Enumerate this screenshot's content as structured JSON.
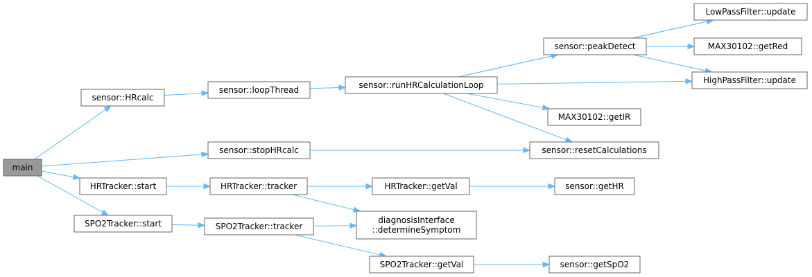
{
  "nodes": {
    "main": {
      "label": [
        "main"
      ],
      "root": true
    },
    "hrcalc": {
      "label": [
        "sensor::HRcalc"
      ]
    },
    "stophrcalc": {
      "label": [
        "sensor::stopHRcalc"
      ]
    },
    "hrstart": {
      "label": [
        "HRTracker::start"
      ]
    },
    "spo2start": {
      "label": [
        "SPO2Tracker::start"
      ]
    },
    "loopthread": {
      "label": [
        "sensor::loopThread"
      ]
    },
    "hrtracker": {
      "label": [
        "HRTracker::tracker"
      ]
    },
    "spo2tracker": {
      "label": [
        "SPO2Tracker::tracker"
      ]
    },
    "runloop": {
      "label": [
        "sensor::runHRCalculationLoop"
      ]
    },
    "hrgetval": {
      "label": [
        "HRTracker::getVal"
      ]
    },
    "diag": {
      "label": [
        "diagnosisInterface",
        "::determineSymptom"
      ]
    },
    "spo2getval": {
      "label": [
        "SPO2Tracker::getVal"
      ]
    },
    "peak": {
      "label": [
        "sensor::peakDetect"
      ]
    },
    "getir": {
      "label": [
        "MAX30102::getIR"
      ]
    },
    "reset": {
      "label": [
        "sensor::resetCalculations"
      ]
    },
    "gethr": {
      "label": [
        "sensor::getHR"
      ]
    },
    "getspo2": {
      "label": [
        "sensor::getSpO2"
      ]
    },
    "lowpass": {
      "label": [
        "LowPassFilter::update"
      ]
    },
    "getred": {
      "label": [
        "MAX30102::getRed"
      ]
    },
    "highpass": {
      "label": [
        "HighPassFilter::update"
      ]
    }
  },
  "edges": [
    [
      "main",
      "hrcalc"
    ],
    [
      "main",
      "stophrcalc"
    ],
    [
      "main",
      "hrstart"
    ],
    [
      "main",
      "spo2start"
    ],
    [
      "hrcalc",
      "loopthread"
    ],
    [
      "loopthread",
      "runloop"
    ],
    [
      "runloop",
      "lowpass"
    ],
    [
      "runloop",
      "peak"
    ],
    [
      "runloop",
      "highpass"
    ],
    [
      "runloop",
      "getir"
    ],
    [
      "runloop",
      "reset"
    ],
    [
      "peak",
      "lowpass"
    ],
    [
      "peak",
      "getred"
    ],
    [
      "peak",
      "highpass"
    ],
    [
      "stophrcalc",
      "reset"
    ],
    [
      "hrstart",
      "hrtracker"
    ],
    [
      "hrtracker",
      "hrgetval"
    ],
    [
      "hrtracker",
      "diag"
    ],
    [
      "hrgetval",
      "gethr"
    ],
    [
      "spo2start",
      "spo2tracker"
    ],
    [
      "spo2tracker",
      "diag"
    ],
    [
      "spo2tracker",
      "spo2getval"
    ],
    [
      "spo2getval",
      "getspo2"
    ]
  ],
  "colors": {
    "edge": "#63b8ff",
    "node_border": "#666666",
    "root_fill": "#999999",
    "node_fill": "#ffffff"
  }
}
